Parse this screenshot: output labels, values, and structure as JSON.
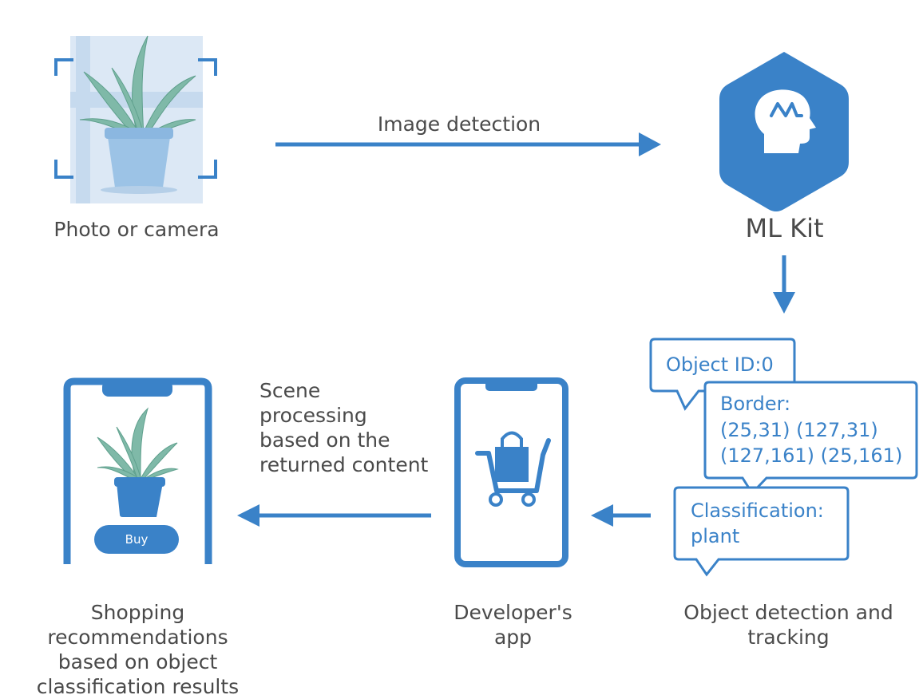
{
  "labels": {
    "photo_or_camera": "Photo or camera",
    "image_detection": "Image detection",
    "ml_kit": "ML Kit",
    "object_detection": [
      "Object detection and",
      "tracking"
    ],
    "developers_app": [
      "Developer's",
      "app"
    ],
    "scene_processing": [
      "Scene",
      "processing",
      "based on the",
      "returned content"
    ],
    "shopping": [
      "Shopping",
      "recommendations",
      "based on object",
      "classification results"
    ]
  },
  "bubbles": {
    "object_id": "Object ID:0",
    "border": [
      "Border:",
      "(25,31) (127,31)",
      "(127,161) (25,161)"
    ],
    "classification": [
      "Classification:",
      "plant"
    ]
  },
  "phone": {
    "buy_label": "Buy"
  },
  "colors": {
    "accent": "#3a82c8",
    "text": "#4a4a4a",
    "light_blue": "#cfe0f1"
  },
  "icons": [
    "plant-photo-icon",
    "ml-kit-hexagon-icon",
    "shopping-cart-icon",
    "plant-icon"
  ]
}
